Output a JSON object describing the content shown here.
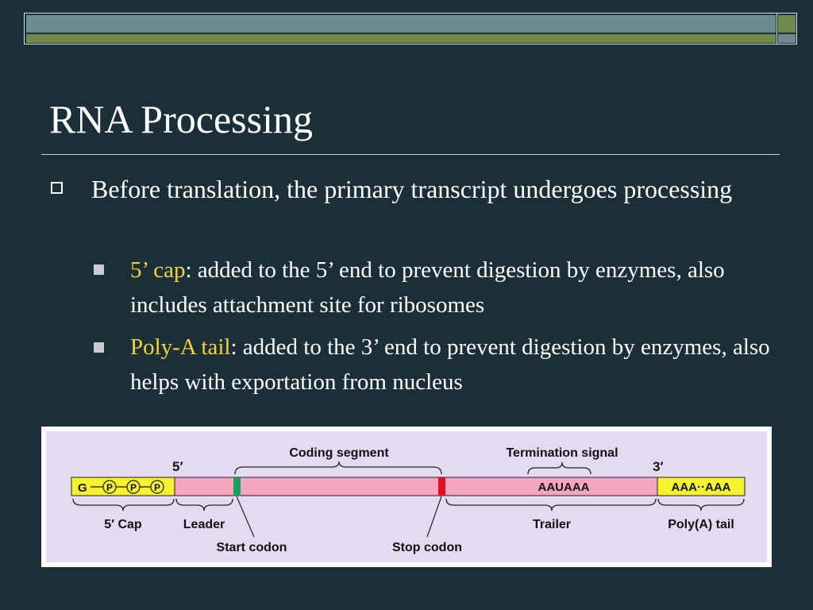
{
  "slide": {
    "title": "RNA Processing",
    "bullet_main": "Before translation, the primary transcript undergoes processing",
    "sub_bullets": [
      {
        "term": "5’ cap",
        "text": ": added to the 5’ end to prevent digestion by enzymes, also includes attachment site for ribosomes"
      },
      {
        "term": "Poly-A tail",
        "text": ": added to the 3’ end to prevent digestion by enzymes, also helps with exportation from nucleus"
      }
    ]
  },
  "diagram": {
    "five_prime": "5′",
    "three_prime": "3′",
    "cap_g": "G",
    "phosphate": "P",
    "coding_segment": "Coding segment",
    "termination_signal": "Termination signal",
    "signal_seq": "AAUAAA",
    "polya_seq": "AAA··AAA",
    "cap_label": "5′ Cap",
    "leader": "Leader",
    "trailer": "Trailer",
    "polya_tail": "Poly(A) tail",
    "start_codon": "Start codon",
    "stop_codon": "Stop codon",
    "colors": {
      "background": "#e3dcf0",
      "mrna": "#f4a6c0",
      "cap_tail": "#f7f22e",
      "start": "#17a05b",
      "stop": "#e0101e"
    }
  }
}
